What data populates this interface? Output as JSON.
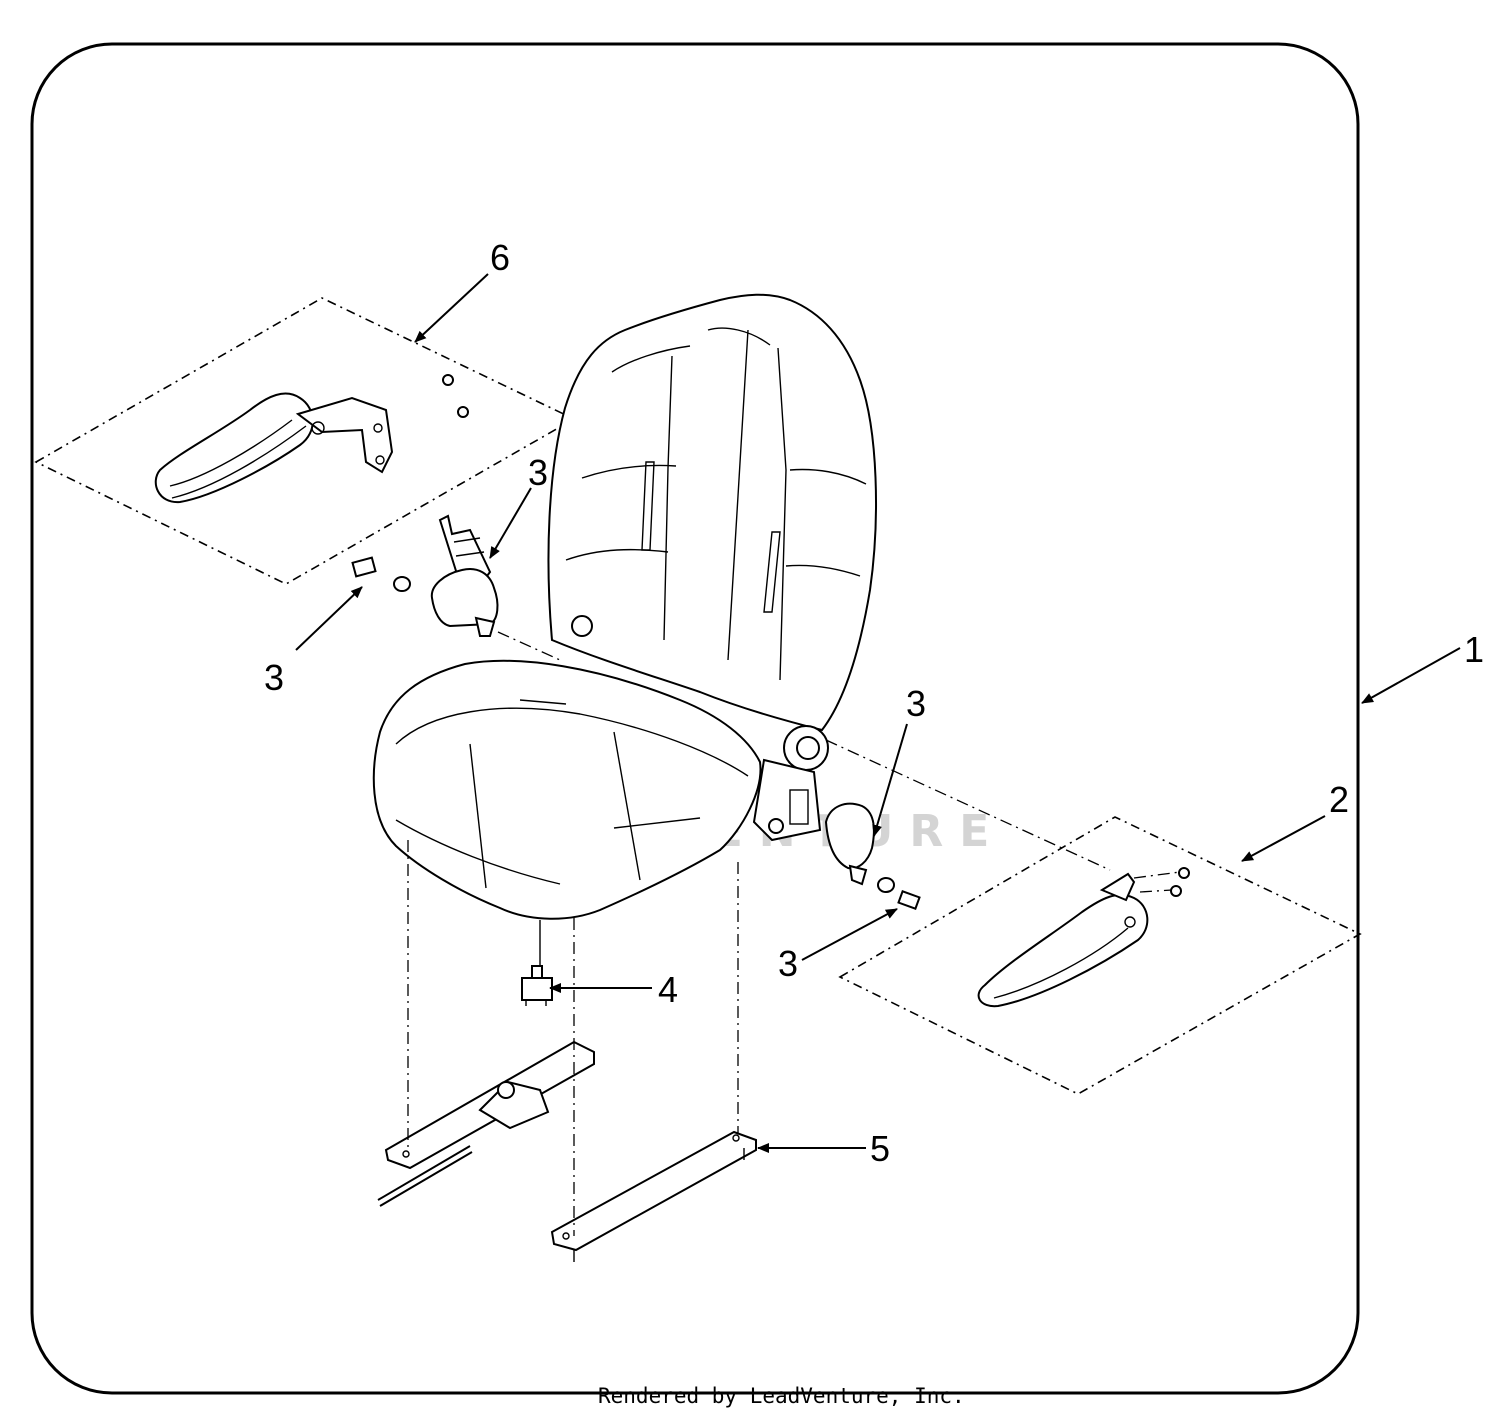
{
  "diagram": {
    "callouts": [
      {
        "id": "1",
        "label": "1"
      },
      {
        "id": "2",
        "label": "2"
      },
      {
        "id": "3a",
        "label": "3"
      },
      {
        "id": "3b",
        "label": "3"
      },
      {
        "id": "3c",
        "label": "3"
      },
      {
        "id": "3d",
        "label": "3"
      },
      {
        "id": "4",
        "label": "4"
      },
      {
        "id": "5",
        "label": "5"
      },
      {
        "id": "6",
        "label": "6"
      }
    ],
    "watermark": "LEADVENTURE",
    "footer": "Rendered by LeadVenture, Inc."
  }
}
